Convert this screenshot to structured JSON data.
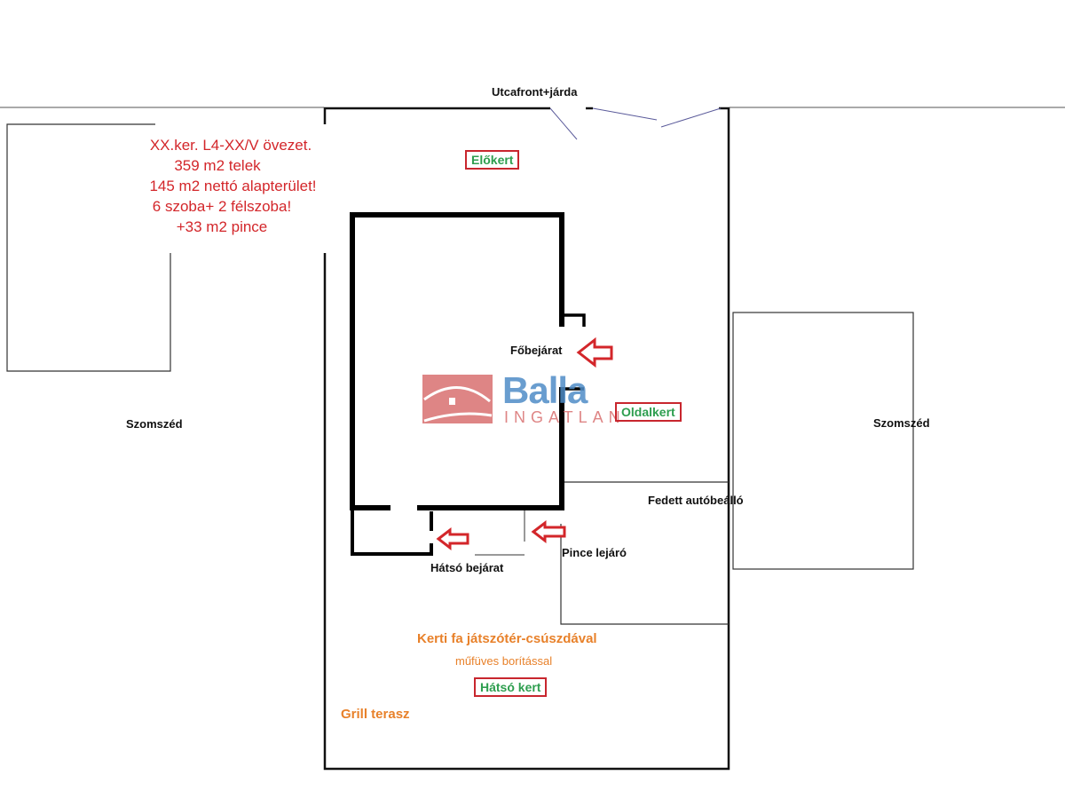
{
  "street_label": "Utcafront+járda",
  "info_lines": [
    "XX.ker. L4-XX/V övezet.",
    "359 m2 telek",
    "145 m2 nettó alapterület!",
    "6 szoba+ 2 félszoba!",
    "+33 m2 pince"
  ],
  "zones": {
    "front_garden": "Előkert",
    "side_garden": "Oldalkert",
    "back_garden": "Hátsó kert"
  },
  "labels": {
    "main_entrance": "Főbejárat",
    "back_entrance": "Hátsó bejárat",
    "cellar_access": "Pince lejáró",
    "carport": "Fedett autóbeálló",
    "neighbor_left": "Szomszéd",
    "neighbor_right": "Szomszéd",
    "playground": "Kerti fa játszótér-csúszdával",
    "playground_sub": "műfüves borítással",
    "grill": "Grill terasz"
  },
  "watermark": {
    "brand": "Balla",
    "sub": "INGATLAN"
  },
  "colors": {
    "info_text": "#d3262a",
    "zone_text": "#2e9e4f",
    "zone_border": "#c8262e",
    "feature_text": "#e8812a",
    "arrow": "#d3262a",
    "logo_blue": "#4f8cc7",
    "logo_red": "#d97070"
  }
}
